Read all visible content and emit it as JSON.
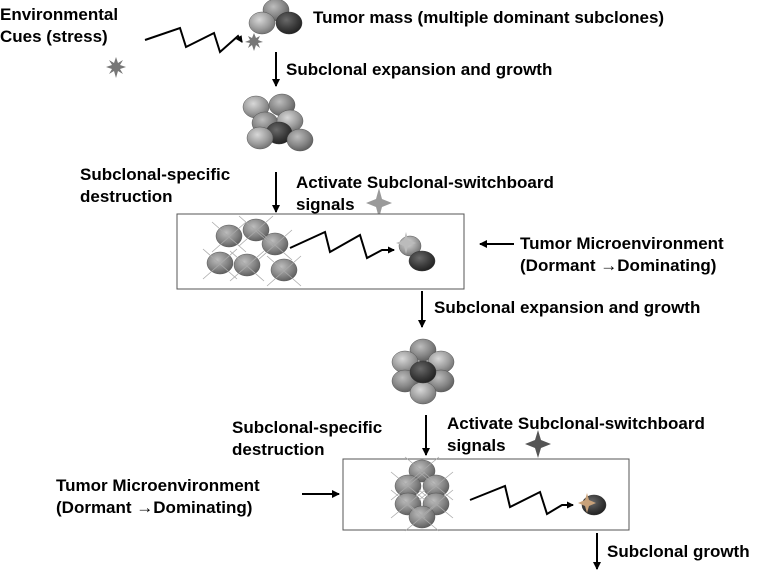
{
  "labels": {
    "env_cues_line1": "Environmental",
    "env_cues_line2": "Cues (stress)",
    "tumor_mass": "Tumor mass (multiple dominant subclones)",
    "expansion_1": "Subclonal expansion and growth",
    "destruction_1_line1": "Subclonal-specific",
    "destruction_1_line2": "destruction",
    "activate_1_line1": "Activate Subclonal-switchboard",
    "activate_1_line2": "signals",
    "micro_1_line1": "Tumor Microenvironment",
    "micro_1_line2": "(Dormant →Dominating)",
    "expansion_2": "Subclonal expansion and growth",
    "destruction_2_line1": "Subclonal-specific",
    "destruction_2_line2": "destruction",
    "activate_2_line1": "Activate Subclonal-switchboard",
    "activate_2_line2": "signals",
    "micro_2_line1": "Tumor Microenvironment",
    "micro_2_line2": "(Dormant →Dominating)",
    "subclonal_growth": "Subclonal growth"
  },
  "colors": {
    "cell_light": "#9a9a9a",
    "cell_mid": "#7a7a7a",
    "cell_dark": "#3a3a3a",
    "star": "#777777",
    "box_border": "#555555",
    "line": "#000000"
  }
}
